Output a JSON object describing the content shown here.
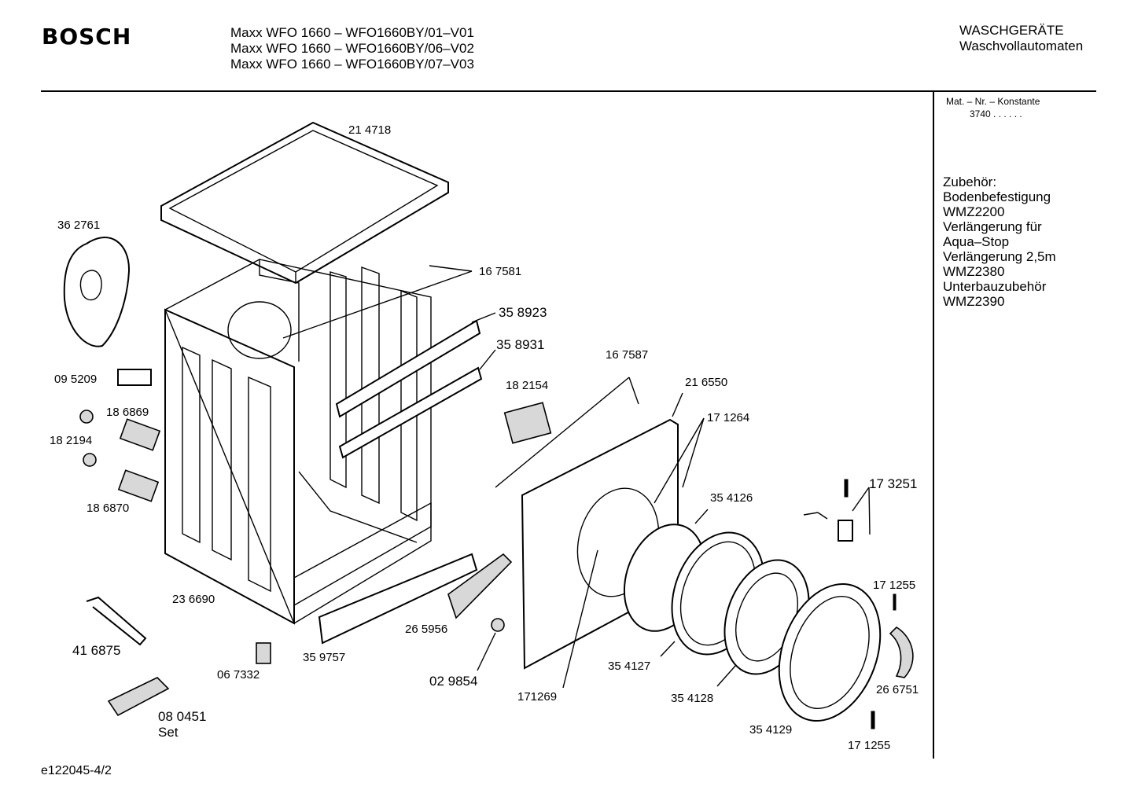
{
  "header": {
    "brand": "BOSCH",
    "models": [
      "Maxx WFO 1660 – WFO1660BY/01–V01",
      "Maxx WFO 1660 – WFO1660BY/06–V02",
      "Maxx WFO 1660 – WFO1660BY/07–V03"
    ],
    "category": "WASCHGERÄTE",
    "subcategory": "Waschvollautomaten"
  },
  "sidebar": {
    "material_heading": "Mat. – Nr. – Konstante",
    "material_value": "3740  .  .    .  .  .  .",
    "accessories": [
      "Zubehör:",
      "Bodenbefestigung",
      "WMZ2200",
      "Verlängerung für",
      "Aqua–Stop",
      "Verlängerung 2,5m",
      "WMZ2380",
      "Unterbauzubehör",
      "WMZ2390"
    ]
  },
  "parts": {
    "p214718": "21 4718",
    "p362761": "36 2761",
    "p167581": "16 7581",
    "p358923": "35 8923",
    "p358931": "35 8931",
    "p095209": "09 5209",
    "p186869": "18 6869",
    "p182194": "18 2194",
    "p186870": "18 6870",
    "p167587": "16 7587",
    "p182154": "18 2154",
    "p216550": "21 6550",
    "p171264": "17 1264",
    "p354126": "35 4126",
    "p173251": "17 3251",
    "p171255a": "17 1255",
    "p236690": "23 6690",
    "p416875": "41 6875",
    "p067332": "06 7332",
    "p359757": "35 9757",
    "p265956": "26 5956",
    "p029854": "02 9854",
    "p171269": "171269",
    "p354127": "35 4127",
    "p354128": "35 4128",
    "p354129": "35 4129",
    "p266751": "26 6751",
    "p171255b": "17 1255",
    "p080451": "08 0451",
    "set": "Set"
  },
  "footer": {
    "doc_id": "e122045-4/2"
  }
}
